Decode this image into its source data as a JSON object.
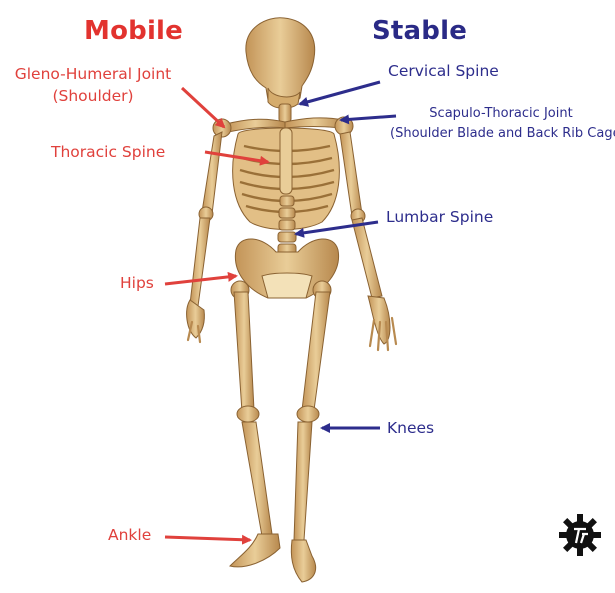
{
  "headings": {
    "mobile": "Mobile",
    "stable": "Stable"
  },
  "colors": {
    "mobile": "#e2332f",
    "stable": "#2a2a86",
    "bone": "#d9b47a"
  },
  "mobile_labels": {
    "shoulder_line1": "Gleno-Humeral Joint",
    "shoulder_line2": "(Shoulder)",
    "thoracic": "Thoracic Spine",
    "hips": "Hips",
    "ankle": "Ankle"
  },
  "stable_labels": {
    "cervical": "Cervical Spine",
    "scapulo_line1": "Scapulo-Thoracic Joint",
    "scapulo_line2": "(Shoulder Blade and Back Rib Cage)",
    "lumbar": "Lumbar Spine",
    "knees": "Knees"
  },
  "icons": {
    "logo": "gear-logo-icon",
    "skeleton": "skeleton-illustration"
  }
}
